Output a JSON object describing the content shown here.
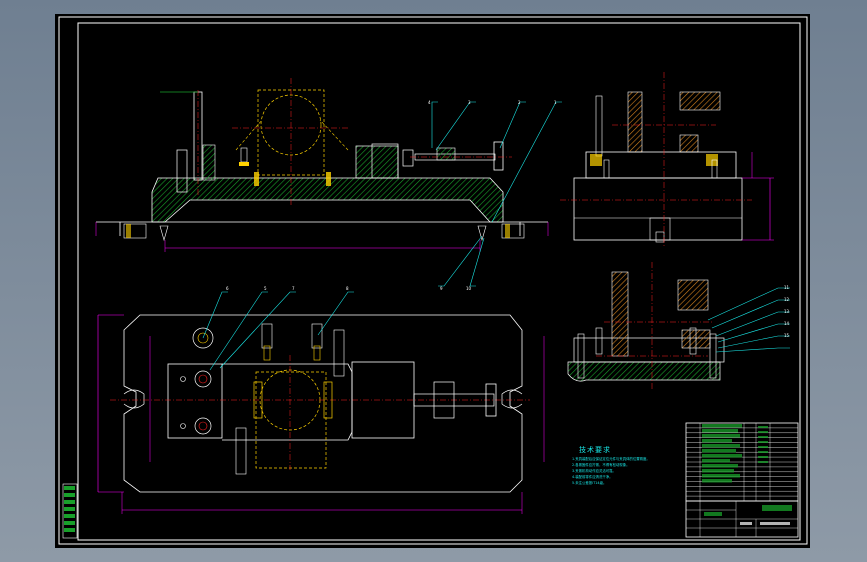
{
  "drawing": {
    "notes_heading": "技术要求",
    "notes": [
      "1.夹具装配后应保证定位元件与夹具体的位置精度。",
      "2.各紧固件应拧紧，不得有松动现象。",
      "3.夹紧机构动作应灵活可靠。",
      "4.装配前零件应清洗干净。",
      "5.未注公差按IT14级。"
    ],
    "part_balloons": [
      "1",
      "2",
      "3",
      "4",
      "5",
      "6",
      "7",
      "8",
      "9",
      "10",
      "11",
      "12",
      "13",
      "14",
      "15"
    ],
    "colors": {
      "outline": "#ffffff",
      "centerline": "#ff2020",
      "hidden": "#ffd200",
      "hatch": "#18a02a",
      "hatch_section": "#d2801e",
      "dimension": "#ff00ff",
      "leader": "#19e6e6",
      "balloon_line": "#19e6e6"
    }
  }
}
